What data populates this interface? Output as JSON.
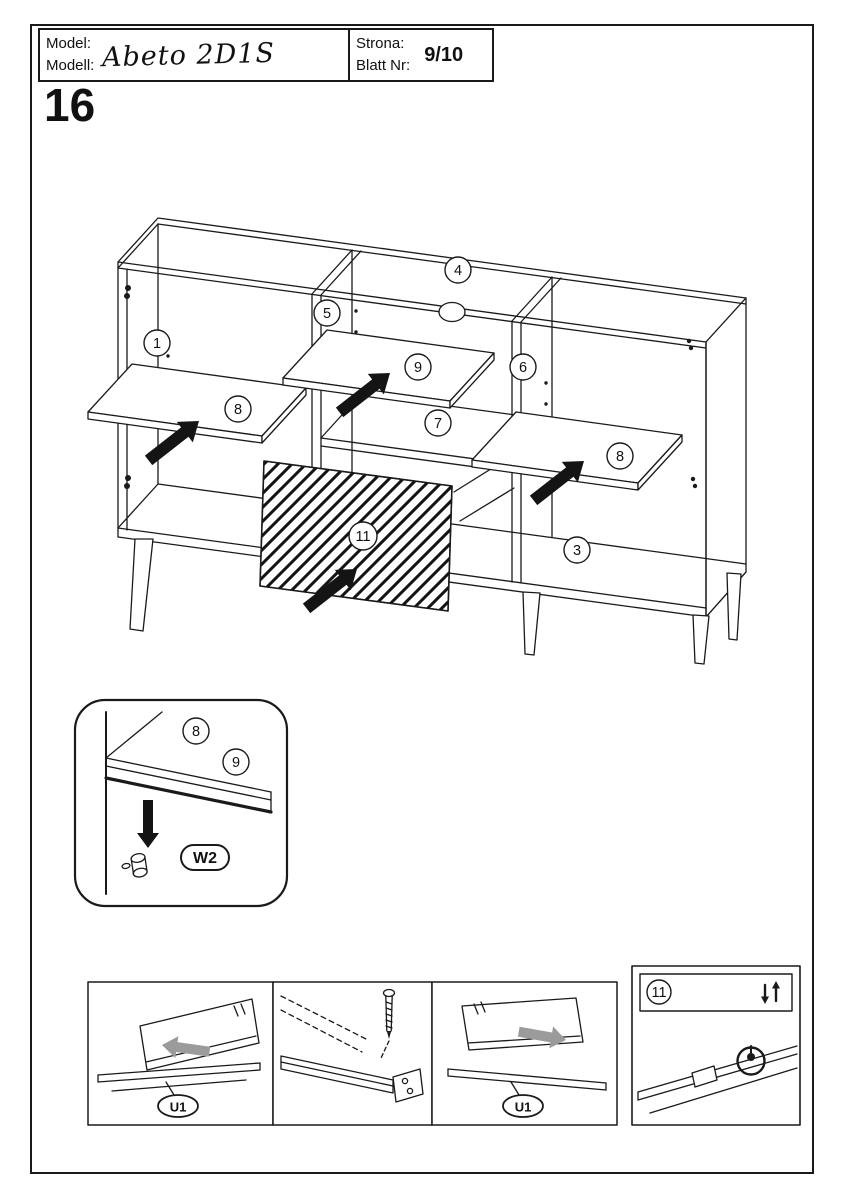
{
  "header": {
    "model_label_line1": "Model:",
    "model_label_line2": "Modell:",
    "model_name": "Abeto 2D1S",
    "page_label_line1": "Strona:",
    "page_label_line2": "Blatt Nr:",
    "page_number": "9/10"
  },
  "step_number": "16",
  "diagram": {
    "callouts": {
      "top_panel": "4",
      "left_side": "1",
      "divider_left": "5",
      "divider_right": "6",
      "shelf_middle": "9",
      "shelf_left": "8",
      "shelf_right": "8",
      "mid_panel": "7",
      "drawer_front": "11",
      "right_compartment": "3"
    }
  },
  "detail_box": {
    "callout_shelf_top": "8",
    "callout_shelf_bottom": "9",
    "hardware_label": "W2"
  },
  "panels": {
    "u1_left": "U1",
    "u1_right": "U1",
    "drawer_callout": "11"
  },
  "icons": {
    "updown_arrow_icon": "⇵"
  },
  "colors": {
    "line": "#1a1a1a",
    "gray_arrow": "#9b9b9b",
    "background": "#ffffff"
  }
}
